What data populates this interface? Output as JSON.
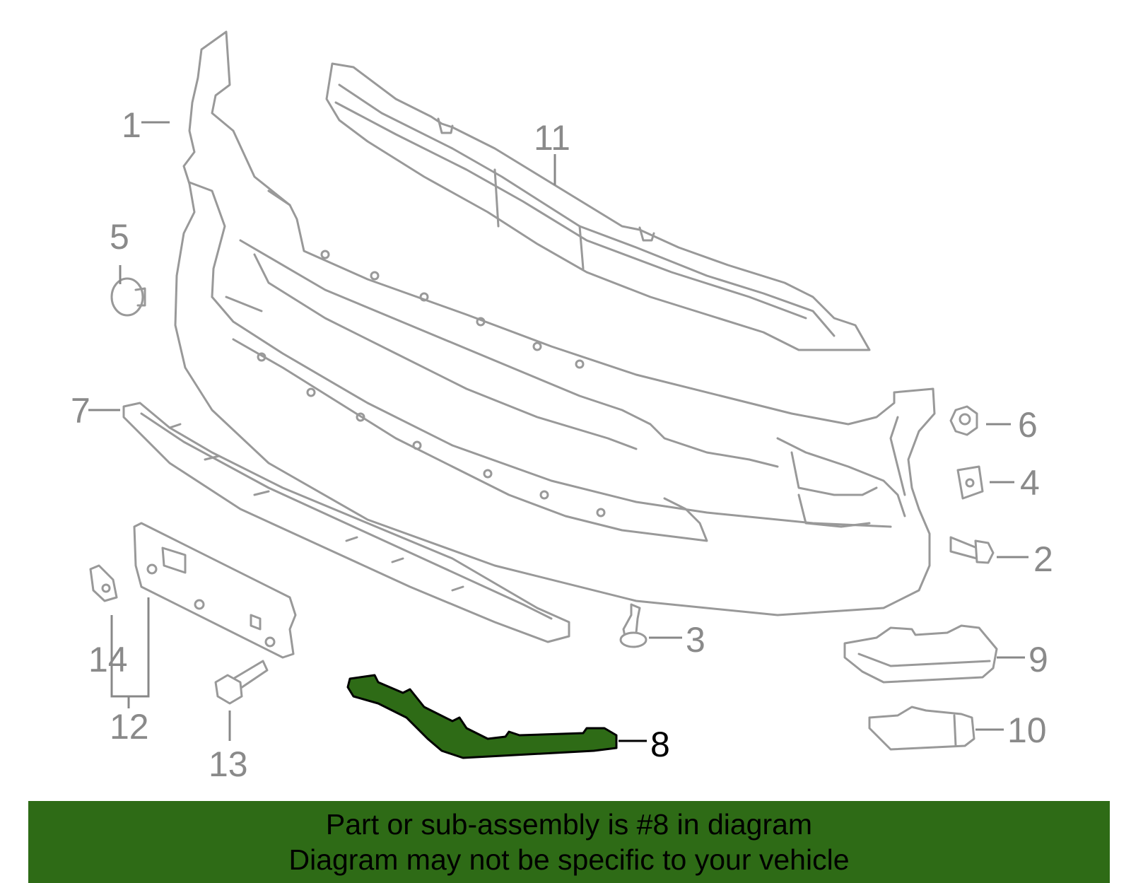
{
  "callouts": {
    "c1": "1",
    "c2": "2",
    "c3": "3",
    "c4": "4",
    "c5": "5",
    "c6": "6",
    "c7": "7",
    "c8": "8",
    "c9": "9",
    "c10": "10",
    "c11": "11",
    "c12": "12",
    "c13": "13",
    "c14": "14"
  },
  "highlight_color": "#2e6b16",
  "banner": {
    "line1": "Part or sub-assembly is #8 in diagram",
    "line2": "Diagram may not be specific to your vehicle"
  }
}
